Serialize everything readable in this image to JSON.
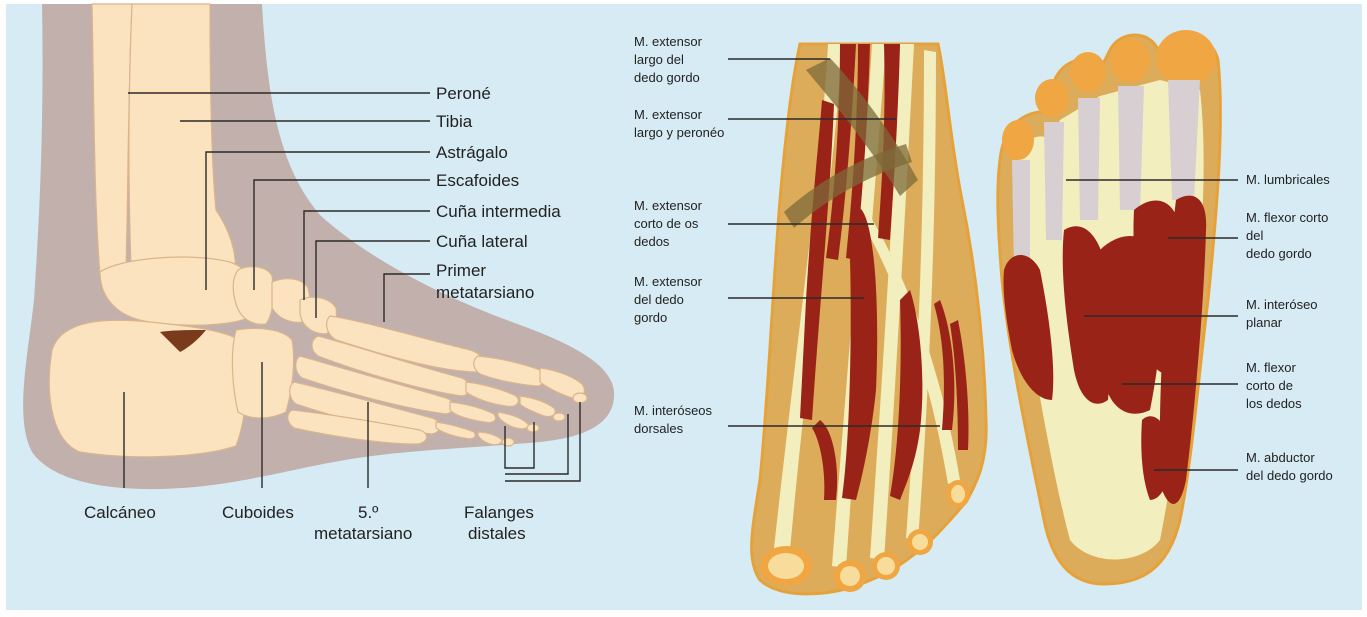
{
  "colors": {
    "background": "#d6ebf3",
    "soft_tissue": "#c2b0ad",
    "bone": "#fbe3bf",
    "tarsal_dark": "#7a3b1c",
    "muscle": "#9a2317",
    "tendon": "#f2eebd",
    "foot_fill": "#dcac5b",
    "nail": "#f0a642",
    "label_text": "#222222",
    "leader_line": "#2a2a2a"
  },
  "skeleton": {
    "labels": {
      "perone": "Peroné",
      "tibia": "Tibia",
      "astragalo": "Astrágalo",
      "escafoides": "Escafoides",
      "cuna_intermedia": "Cuña intermedia",
      "cuna_lateral": "Cuña lateral",
      "primer_meta_1": "Primer",
      "primer_meta_2": "metatarsiano",
      "calcaneo": "Calcáneo",
      "cuboides": "Cuboides",
      "quinto_meta_1": "5.º",
      "quinto_meta_2": "metatarsiano",
      "falanges_1": "Falanges",
      "falanges_2": "distales"
    }
  },
  "dorsal": {
    "labels": {
      "ext_largo_gordo_1": "M. extensor",
      "ext_largo_gordo_2": "largo del",
      "ext_largo_gordo_3": "dedo gordo",
      "ext_largo_peroneo_1": "M. extensor",
      "ext_largo_peroneo_2": "largo y peronéo",
      "ext_corto_1": "M. extensor",
      "ext_corto_2": "corto de os",
      "ext_corto_3": "dedos",
      "ext_dedo_gordo_1": "M. extensor",
      "ext_dedo_gordo_2": "del dedo",
      "ext_dedo_gordo_3": "gordo",
      "interoseos_1": "M. interóseos",
      "interoseos_2": "dorsales"
    }
  },
  "plantar": {
    "labels": {
      "lumbricales": "M. lumbricales",
      "flexor_corto_gordo_1": "M. flexor corto",
      "flexor_corto_gordo_2": "del",
      "flexor_corto_gordo_3": "dedo gordo",
      "interoseo_1": "M. interóseo",
      "interoseo_2": "planar",
      "flexor_corto_dedos_1": "M. flexor",
      "flexor_corto_dedos_2": "corto de",
      "flexor_corto_dedos_3": "los dedos",
      "abductor_1": "M. abductor",
      "abductor_2": "del dedo gordo"
    }
  }
}
